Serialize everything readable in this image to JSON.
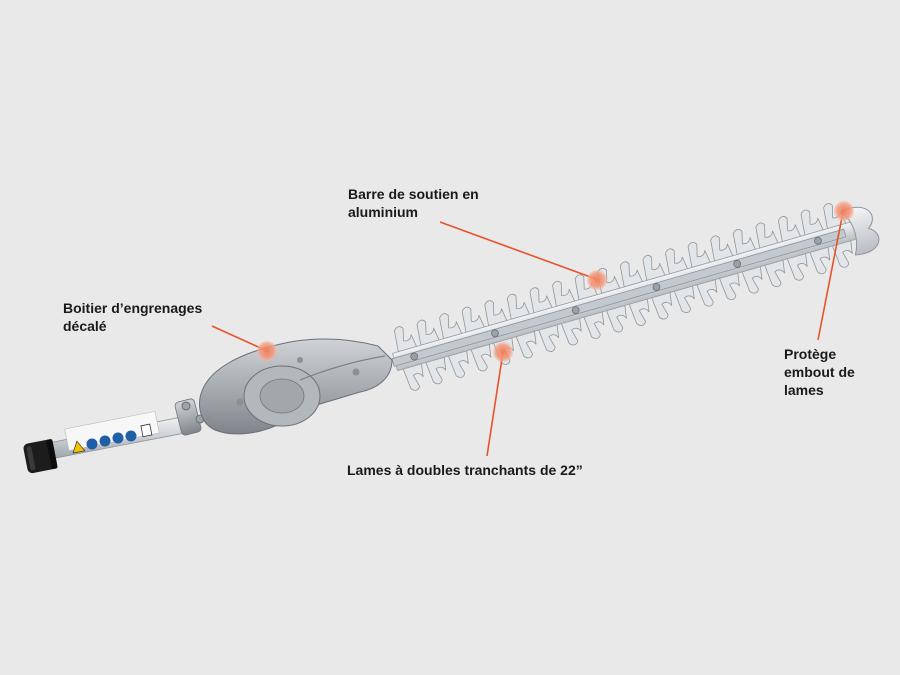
{
  "callouts": {
    "support_bar": {
      "lines": [
        "Barre de soutien en",
        "aluminium"
      ]
    },
    "gearbox": {
      "lines": [
        "Boitier d’engrenages",
        "décalé"
      ]
    },
    "blades": {
      "lines": [
        "Lames à doubles tranchants de 22”"
      ]
    },
    "tip_guard": {
      "lines": [
        "Protège",
        "embout de",
        "lames"
      ]
    }
  },
  "colors": {
    "background": "#e9e9e9",
    "callout_line": "#e8532b",
    "callout_marker": "#f08060",
    "blade_metal": "#d4d8dc",
    "blade_teeth": "#e2e5e8",
    "bar_aluminium": "#bfc5cc",
    "gearbox_housing": "#a9aeb3",
    "shaft": "#c3c7cb",
    "grip": "#1c1c1c",
    "sticker_icons": "#1f5fa8"
  }
}
